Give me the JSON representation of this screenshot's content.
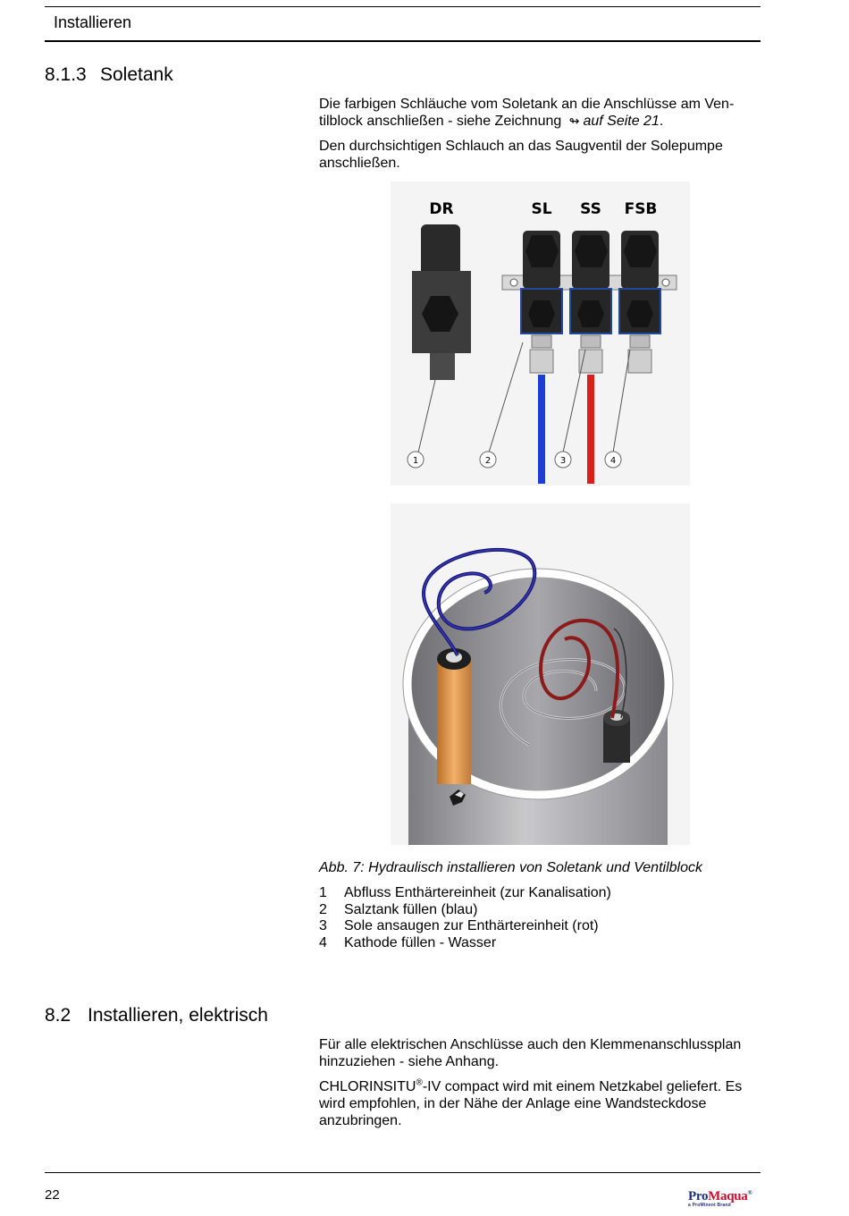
{
  "header": {
    "title": "Installieren"
  },
  "section_813": {
    "number": "8.1.3",
    "title": "Soletank",
    "para1_text": "Die farbigen Schläuche vom Soletank an die Anschlüsse am Ven-",
    "para1_text2": "tilblock anschließen - siehe Zeichnung",
    "para1_arrow": "↬",
    "para1_xref": "auf Seite 21",
    "para1_end": ".",
    "para2_line1": "Den durchsichtigen Schlauch an das Saugventil der Solepumpe",
    "para2_line2": "anschließen."
  },
  "figure": {
    "valve_labels": [
      "DR",
      "SL",
      "SS",
      "FSB"
    ],
    "callouts": [
      "1",
      "2",
      "3",
      "4"
    ],
    "colors": {
      "blue_hose": "#1a3fd6",
      "red_hose": "#d9201c",
      "tank": "#a6a6a8",
      "valve_body": "#2a2a2a",
      "orange_tube": "#e49a4e"
    }
  },
  "caption": "Abb. 7: Hydraulisch installieren von Soletank und Ventilblock",
  "legend": [
    {
      "num": "1",
      "text": "Abfluss Enthärtereinheit (zur Kanalisation)"
    },
    {
      "num": "2",
      "text": "Salztank füllen (blau)"
    },
    {
      "num": "3",
      "text": "Sole ansaugen zur Enthärtereinheit (rot)"
    },
    {
      "num": "4",
      "text": "Kathode füllen - Wasser"
    }
  ],
  "section_82": {
    "number": "8.2",
    "title": "Installieren, elektrisch",
    "para1_line1": "Für alle elektrischen Anschlüsse auch den Klemmenanschlussplan",
    "para1_line2": "hinzuziehen - siehe Anhang.",
    "para2_product": "CHLORINSITU",
    "para2_reg": "®",
    "para2_rest": "-IV compact wird mit einem Netzkabel geliefert. Es",
    "para2_line2": "wird empfohlen, in der Nähe der Anlage eine Wandsteckdose",
    "para2_line3": "anzubringen."
  },
  "footer": {
    "page_number": "22",
    "logo_pro": "Pro",
    "logo_maqua": "Maqua",
    "logo_reg": "®",
    "logo_tagline": "a ProMinent Brand"
  }
}
